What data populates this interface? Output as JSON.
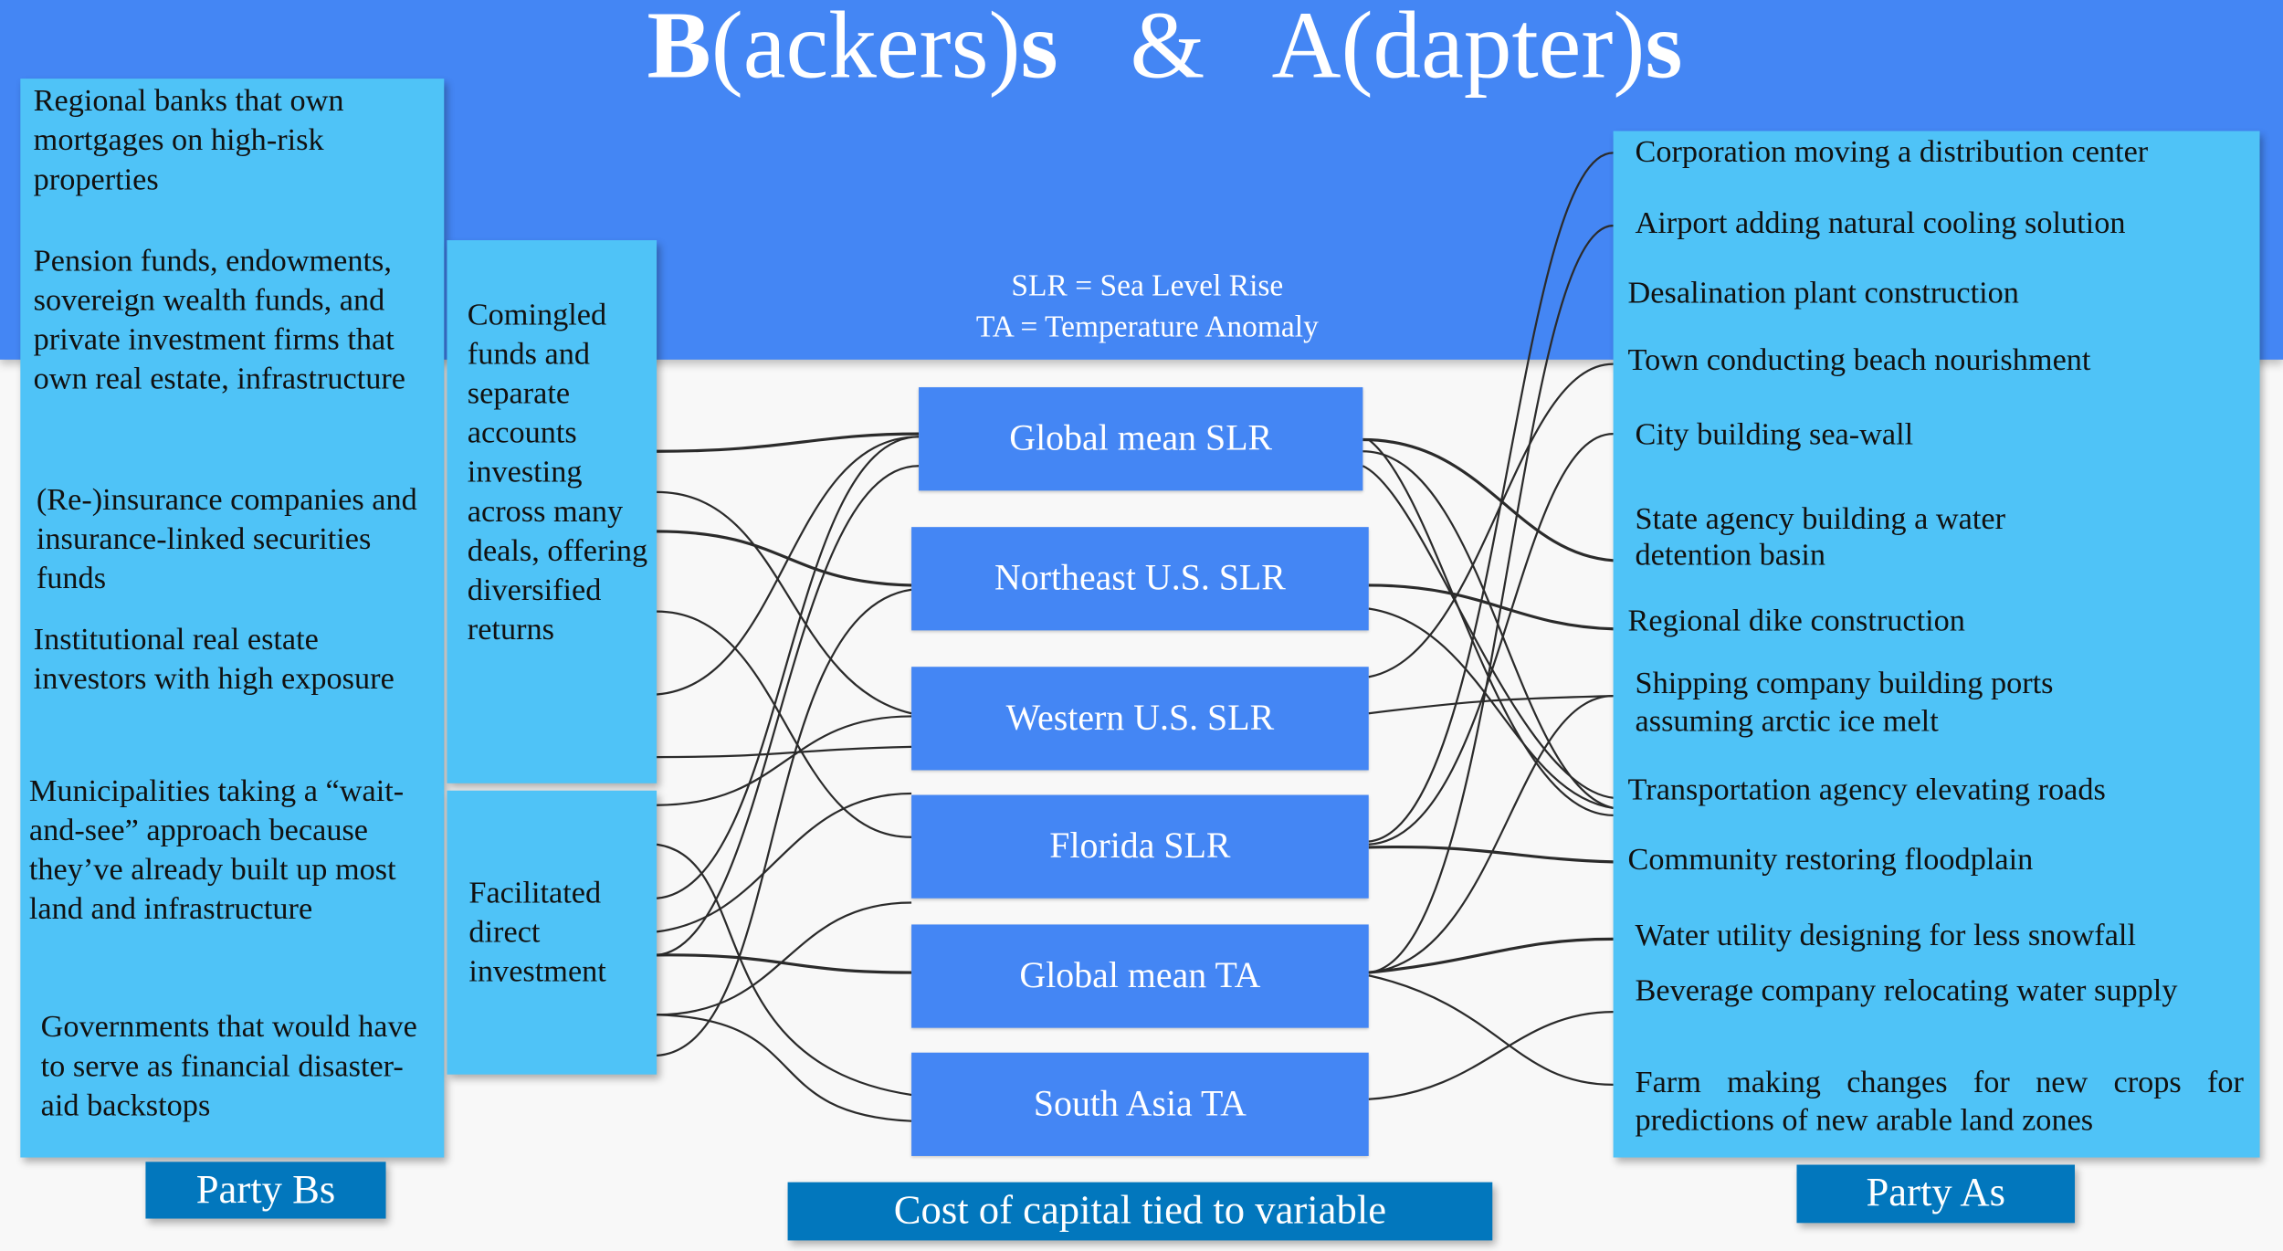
{
  "title": {
    "b": "B",
    "backers": "(ackers)",
    "s1": "s",
    "amp": "&",
    "a": "A",
    "adapters": "(dapter)",
    "s2": "s"
  },
  "legend": {
    "slr": "SLR = Sea Level Rise",
    "ta": "TA = Temperature Anomaly"
  },
  "party_b": {
    "label": "Party Bs",
    "items": [
      "Regional banks that own mortgages on high-risk properties",
      "Pension funds, endowments, sovereign wealth funds, and private investment firms that own real estate, infrastructure",
      "(Re-)insurance companies and insurance-linked securities funds",
      "Institutional real estate investors with high exposure",
      "Municipalities taking a “wait-and-see” approach because they’ve already built up most land and infrastructure",
      "Governments that would have to serve as financial disaster-aid backstops"
    ],
    "vehicles": [
      "Comingled funds and separate accounts investing across many deals, offering diversified returns",
      "Facilitated direct investment"
    ]
  },
  "variables": {
    "label": "Cost of capital tied to variable",
    "items": [
      "Global mean SLR",
      "Northeast U.S. SLR",
      "Western U.S. SLR",
      "Florida SLR",
      "Global mean TA",
      "South Asia TA"
    ]
  },
  "party_a": {
    "label": "Party As",
    "items": [
      "Corporation moving a distribution center",
      "Airport adding natural cooling solution",
      "Desalination plant construction",
      "Town conducting beach nourishment",
      "City building sea-wall",
      "State agency building a water detention basin",
      "Regional dike construction",
      "Shipping company building ports assuming arctic ice melt",
      "Transportation agency elevating roads",
      "Community restoring floodplain",
      "Water utility designing for less snowfall",
      "Beverage company relocating water supply",
      "Farm making changes for new crops for predictions of new arable land zones"
    ]
  },
  "colors": {
    "band": "#4486f4",
    "light_box": "#4fc3f7",
    "variable_box": "#4486f4",
    "tag": "#0277bd"
  }
}
